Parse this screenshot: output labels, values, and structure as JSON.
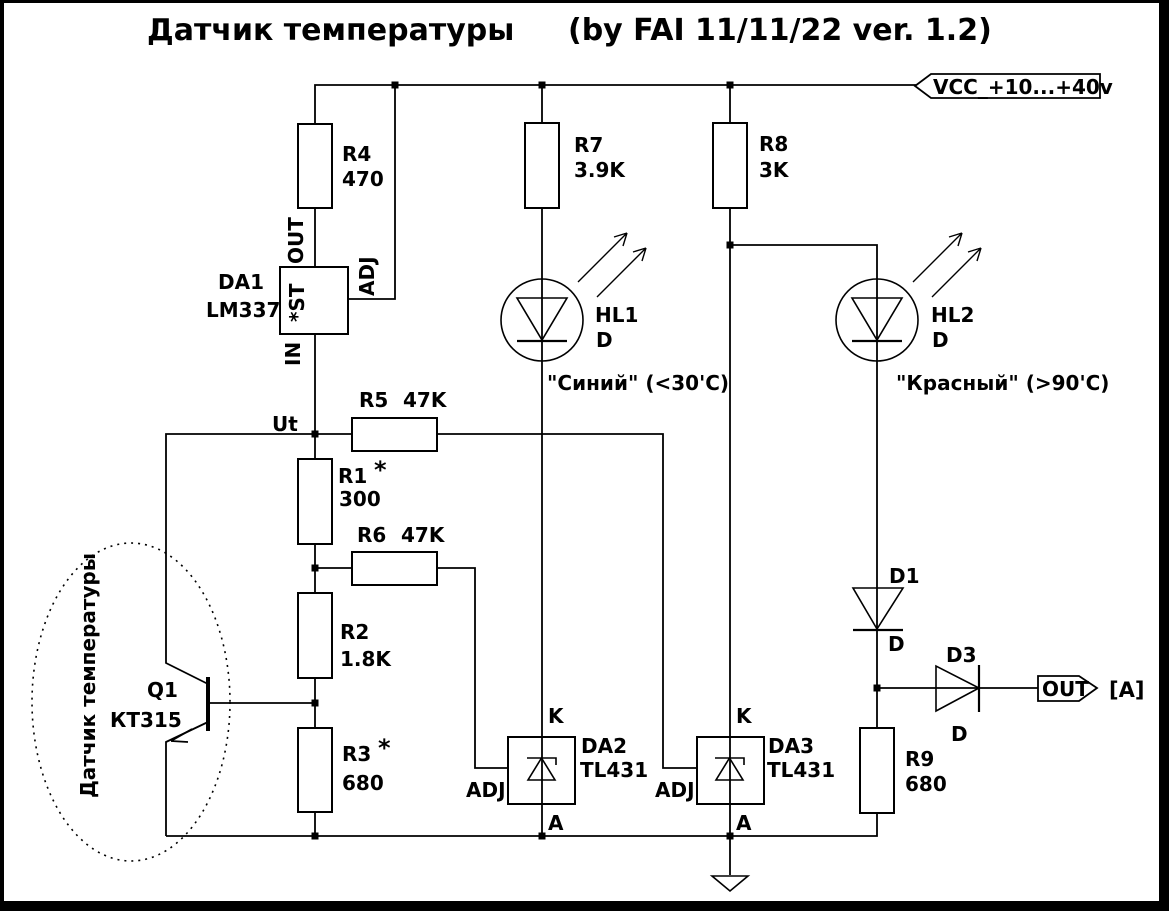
{
  "page": {
    "background": "#ffffff",
    "ink": "#000000"
  },
  "title": {
    "main": "Датчик температуры",
    "byline": "(by FAI 11/11/22 ver. 1.2)"
  },
  "power": {
    "vcc_label": "VCC_+10...+40v",
    "out_label": "OUT",
    "out_unit": "[A]"
  },
  "nodes": {
    "ut": "Ut"
  },
  "sensor": {
    "caption": "Датчик температуры",
    "q_ref": "Q1",
    "q_part": "КТ315"
  },
  "resistors": {
    "r1": {
      "ref": "R1",
      "star": "*",
      "value": "300"
    },
    "r2": {
      "ref": "R2",
      "value": "1.8K"
    },
    "r3": {
      "ref": "R3",
      "star": "*",
      "value": "680"
    },
    "r4": {
      "ref": "R4",
      "value": "470"
    },
    "r5": {
      "ref": "R5",
      "value": "47K"
    },
    "r6": {
      "ref": "R6",
      "value": "47K"
    },
    "r7": {
      "ref": "R7",
      "value": "3.9K"
    },
    "r8": {
      "ref": "R8",
      "value": "3K"
    },
    "r9": {
      "ref": "R9",
      "value": "680"
    }
  },
  "ics": {
    "da1": {
      "ref": "DA1",
      "part": "LM337",
      "pin_out": "OUT",
      "pin_adj": "ADJ",
      "pin_in": "IN",
      "pin_st": "*ST"
    },
    "da2": {
      "ref": "DA2",
      "part": "TL431",
      "pin_k": "K",
      "pin_a": "A",
      "pin_adj": "ADJ"
    },
    "da3": {
      "ref": "DA3",
      "part": "TL431",
      "pin_k": "K",
      "pin_a": "A",
      "pin_adj": "ADJ"
    }
  },
  "leds": {
    "hl1": {
      "ref": "HL1",
      "pin": "D",
      "note": "\"Синий\" (<30'C)"
    },
    "hl2": {
      "ref": "HL2",
      "pin": "D",
      "note": "\"Красный\" (>90'C)"
    }
  },
  "diodes": {
    "d1": {
      "ref": "D1",
      "pin": "D"
    },
    "d3": {
      "ref": "D3",
      "pin": "D"
    }
  }
}
